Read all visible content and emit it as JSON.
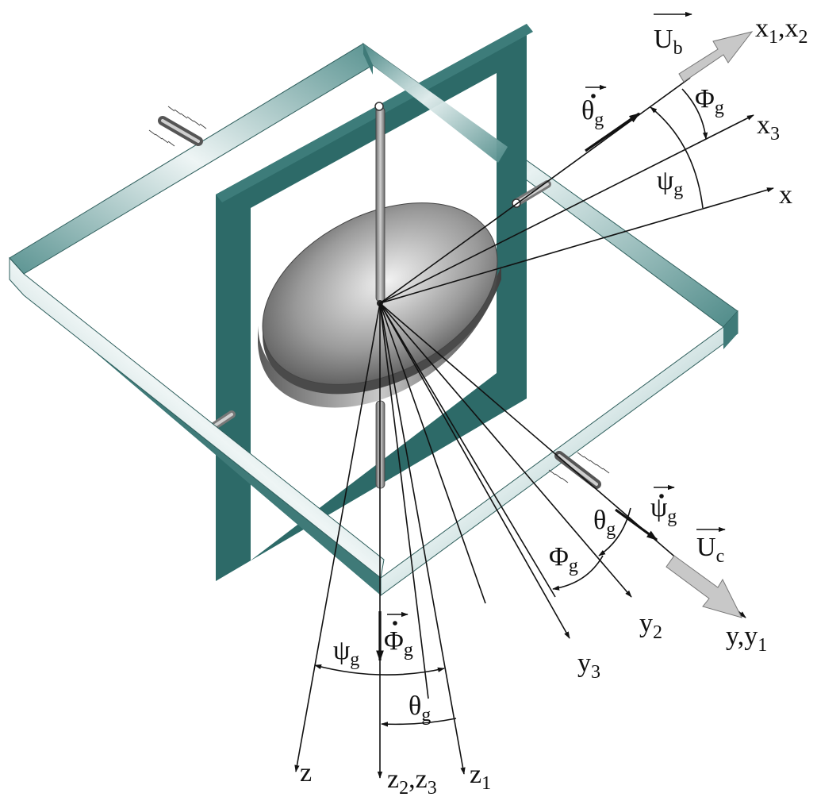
{
  "labels": {
    "x12": {
      "main": "x",
      "sub1": "1",
      "sep": ",",
      "main2": "x",
      "sub2": "2"
    },
    "x3": {
      "main": "x",
      "sub": "3"
    },
    "x": {
      "main": "x"
    },
    "y_y1": {
      "main": "y",
      "sep": ",",
      "main2": "y",
      "sub2": "1"
    },
    "y2": {
      "main": "y",
      "sub": "2"
    },
    "y3": {
      "main": "y",
      "sub": "3"
    },
    "z": {
      "main": "z"
    },
    "z23": {
      "main": "z",
      "sub1": "2",
      "sep": ",",
      "main2": "z",
      "sub2": "3"
    },
    "z1": {
      "main": "z",
      "sub": "1"
    },
    "Ub": {
      "main": "U",
      "sub": "b"
    },
    "Uc": {
      "main": "U",
      "sub": "c"
    },
    "theta_dot": {
      "main": "θ",
      "sub": "g"
    },
    "psi_dot": {
      "main": "ψ",
      "sub": "g"
    },
    "phi_dot": {
      "main": "Φ",
      "sub": "g"
    },
    "phi_top": {
      "main": "Φ",
      "sub": "g"
    },
    "psi_top": {
      "main": "ψ",
      "sub": "g"
    },
    "theta_right": {
      "main": "θ",
      "sub": "g"
    },
    "phi_right": {
      "main": "Φ",
      "sub": "g"
    },
    "psi_bottom": {
      "main": "ψ",
      "sub": "g"
    },
    "theta_bottom": {
      "main": "θ",
      "sub": "g"
    }
  },
  "colors": {
    "gimbal_inner": "#2d6a68",
    "gimbal_outer": "#5f9896",
    "gimbal_outer_light": "#e6f0f0",
    "rotor_dark": "#4a4a4a",
    "rotor_light": "#d9d9d9",
    "arrow_gray": "#c8c8c8"
  }
}
